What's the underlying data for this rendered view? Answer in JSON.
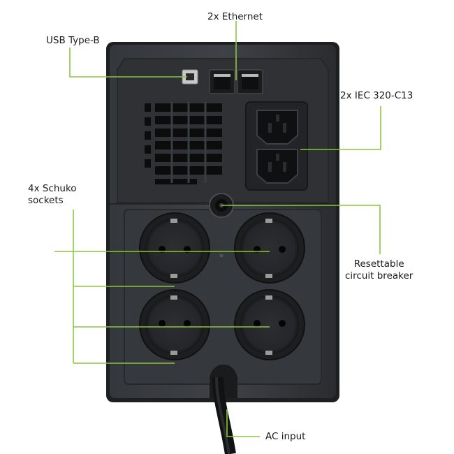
{
  "colors": {
    "leader_line": "#8cc63f",
    "device_body": "#2b2d30",
    "device_face": "#3a3d41",
    "socket": "#1f2022"
  },
  "labels": {
    "usb": "USB Type-B",
    "ethernet": "2x Ethernet",
    "iec": "2x IEC 320-C13",
    "schuko_line1": "4x Schuko",
    "schuko_line2": "sockets",
    "breaker_line1": "Resettable",
    "breaker_line2": "circuit breaker",
    "ac_input": "AC input"
  },
  "icons": {
    "usb_port": "usb-b-port-icon",
    "ethernet_port": "rj45-port-icon",
    "iec_socket": "iec-c13-socket-icon",
    "schuko_socket": "schuko-socket-icon",
    "breaker": "circuit-breaker-icon",
    "power_cord": "power-cord-icon"
  }
}
